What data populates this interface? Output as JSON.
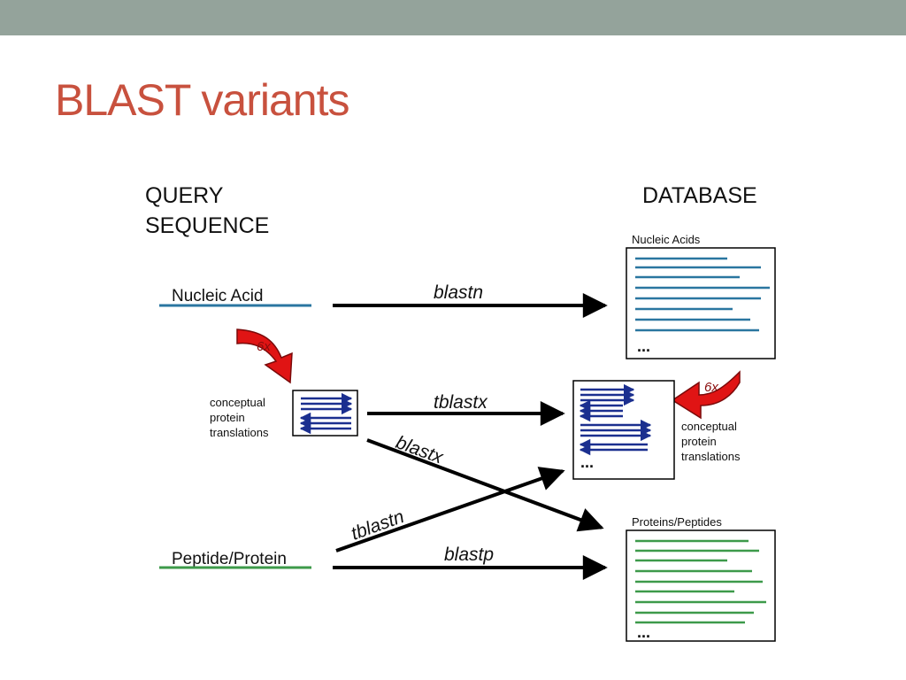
{
  "slide": {
    "title": "BLAST variants"
  },
  "diagram": {
    "query_header_line1": "QUERY",
    "query_header_line2": "SEQUENCE",
    "database_header": "DATABASE",
    "query_nucleic_label": "Nucleic Acid",
    "query_peptide_label": "Peptide/Protein",
    "query_translations_label": [
      "conceptual",
      "protein",
      "translations"
    ],
    "db_translations_label": [
      "conceptual",
      "protein",
      "translations"
    ],
    "db_nucleic_label": "Nucleic Acids",
    "db_protein_label": "Proteins/Peptides",
    "six_frame_badge": "6x",
    "ellipsis": "...",
    "arrows": {
      "blastn": "blastn",
      "tblastx": "tblastx",
      "blastx": "blastx",
      "tblastn": "tblastn",
      "blastp": "blastp"
    }
  },
  "colors": {
    "title": "#c8513e",
    "top_bar": "#94a39b",
    "nucleic": "#2a76a0",
    "protein": "#3d9a4a",
    "translation": "#1b2f8f",
    "six_frame_arrow": "#e01414"
  }
}
